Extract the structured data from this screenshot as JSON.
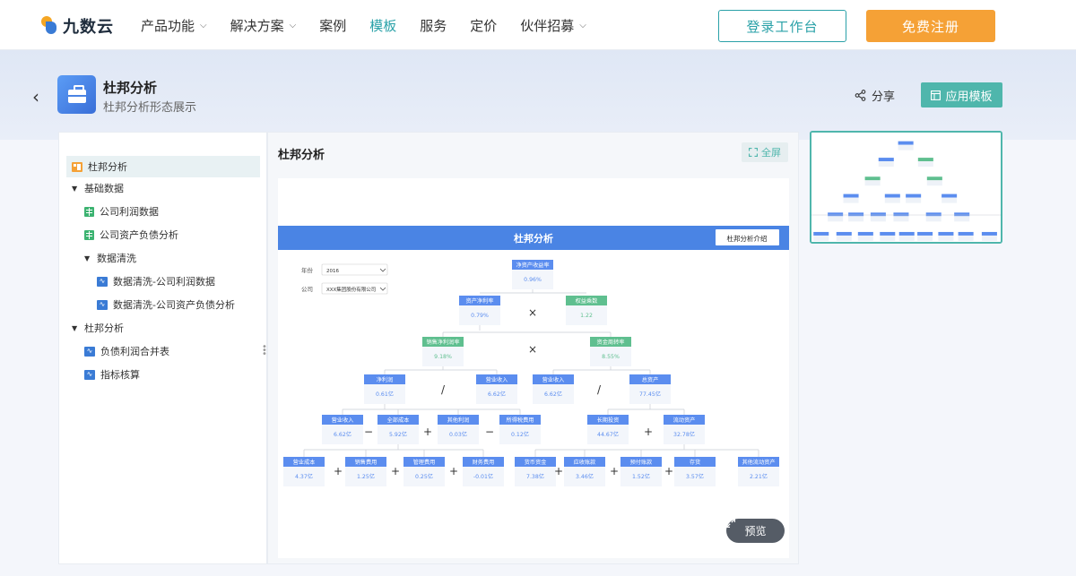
{
  "nav": {
    "logo_text": "九数云",
    "items": [
      {
        "label": "产品功能",
        "has_menu": true,
        "active": false
      },
      {
        "label": "解决方案",
        "has_menu": true,
        "active": false
      },
      {
        "label": "案例",
        "has_menu": false,
        "active": false
      },
      {
        "label": "模板",
        "has_menu": false,
        "active": true
      },
      {
        "label": "服务",
        "has_menu": false,
        "active": false
      },
      {
        "label": "定价",
        "has_menu": false,
        "active": false
      },
      {
        "label": "伙伴招募",
        "has_menu": true,
        "active": false
      }
    ],
    "login_label": "登录工作台",
    "register_label": "免费注册"
  },
  "header": {
    "title": "杜邦分析",
    "subtitle": "杜邦分析形态展示",
    "share_label": "分享",
    "apply_label": "应用模板"
  },
  "sidebar": {
    "items": [
      {
        "label": "杜邦分析",
        "icon": "dashboard-icon",
        "level": 0,
        "selected": true
      },
      {
        "label": "基础数据",
        "icon": "caret-down-icon",
        "level": 0,
        "folder": true
      },
      {
        "label": "公司利润数据",
        "icon": "sheet-icon",
        "level": 1
      },
      {
        "label": "公司资产负债分析",
        "icon": "sheet-icon",
        "level": 1
      },
      {
        "label": "数据清洗",
        "icon": "caret-down-icon",
        "level": 1,
        "folder": true
      },
      {
        "label": "数据清洗-公司利润数据",
        "icon": "flow-icon",
        "level": 2
      },
      {
        "label": "数据清洗-公司资产负债分析",
        "icon": "flow-icon",
        "level": 2
      },
      {
        "label": "杜邦分析",
        "icon": "caret-down-icon",
        "level": 0,
        "folder": true
      },
      {
        "label": "负债利润合并表",
        "icon": "flow-icon",
        "level": 1
      },
      {
        "label": "指标核算",
        "icon": "flow-icon",
        "level": 1
      }
    ]
  },
  "main": {
    "title": "杜邦分析",
    "fullscreen_label": "全屏",
    "preview_label": "预览"
  },
  "dupont": {
    "banner_title": "杜邦分析",
    "intro_button": "杜邦分析介绍",
    "filters": [
      {
        "label": "年份",
        "value": "2016"
      },
      {
        "label": "公司",
        "value": "XXX集团股份有限公司"
      }
    ],
    "colors": {
      "blue": "#5b8def",
      "green": "#5fbf8f",
      "banner": "#4a84e4"
    },
    "nodes": [
      {
        "id": "roe",
        "label": "净资产收益率",
        "value": "0.96%",
        "color": "blue"
      },
      {
        "id": "roa",
        "label": "资产净利率",
        "value": "0.79%",
        "color": "blue"
      },
      {
        "id": "em",
        "label": "权益乘数",
        "value": "1.22",
        "color": "green"
      },
      {
        "id": "npm",
        "label": "销售净利润率",
        "value": "9.18%",
        "color": "green"
      },
      {
        "id": "at",
        "label": "资金周转率",
        "value": "8.55%",
        "color": "green"
      },
      {
        "id": "np",
        "label": "净利润",
        "value": "0.61亿",
        "color": "blue"
      },
      {
        "id": "rev1",
        "label": "营业收入",
        "value": "6.62亿",
        "color": "blue"
      },
      {
        "id": "rev2",
        "label": "营业收入",
        "value": "6.62亿",
        "color": "blue"
      },
      {
        "id": "ta",
        "label": "总资产",
        "value": "77.45亿",
        "color": "blue"
      },
      {
        "id": "rev3",
        "label": "营业收入",
        "value": "6.62亿",
        "color": "blue"
      },
      {
        "id": "tc",
        "label": "全部成本",
        "value": "5.92亿",
        "color": "blue"
      },
      {
        "id": "op",
        "label": "其他利润",
        "value": "0.03亿",
        "color": "blue"
      },
      {
        "id": "tax",
        "label": "所得税费用",
        "value": "0.12亿",
        "color": "blue"
      },
      {
        "id": "lta",
        "label": "长期投资",
        "value": "44.67亿",
        "color": "blue"
      },
      {
        "id": "ca",
        "label": "流动资产",
        "value": "32.78亿",
        "color": "blue"
      },
      {
        "id": "cogs",
        "label": "营业成本",
        "value": "4.37亿",
        "color": "blue"
      },
      {
        "id": "se",
        "label": "销售费用",
        "value": "1.25亿",
        "color": "blue"
      },
      {
        "id": "ae",
        "label": "管理费用",
        "value": "0.25亿",
        "color": "blue"
      },
      {
        "id": "fe",
        "label": "财务费用",
        "value": "-0.01亿",
        "color": "blue"
      },
      {
        "id": "cash",
        "label": "货币资金",
        "value": "7.38亿",
        "color": "blue"
      },
      {
        "id": "ar",
        "label": "应收账款",
        "value": "3.46亿",
        "color": "blue"
      },
      {
        "id": "pp",
        "label": "预付账款",
        "value": "1.52亿",
        "color": "blue"
      },
      {
        "id": "inv",
        "label": "存货",
        "value": "3.57亿",
        "color": "blue"
      },
      {
        "id": "oca",
        "label": "其他流动资产",
        "value": "2.21亿",
        "color": "blue"
      }
    ],
    "operators": [
      "×",
      "×",
      "/",
      "/",
      "−",
      "+",
      "−",
      "+",
      "+",
      "+",
      "+",
      "+",
      "+",
      "+"
    ]
  }
}
